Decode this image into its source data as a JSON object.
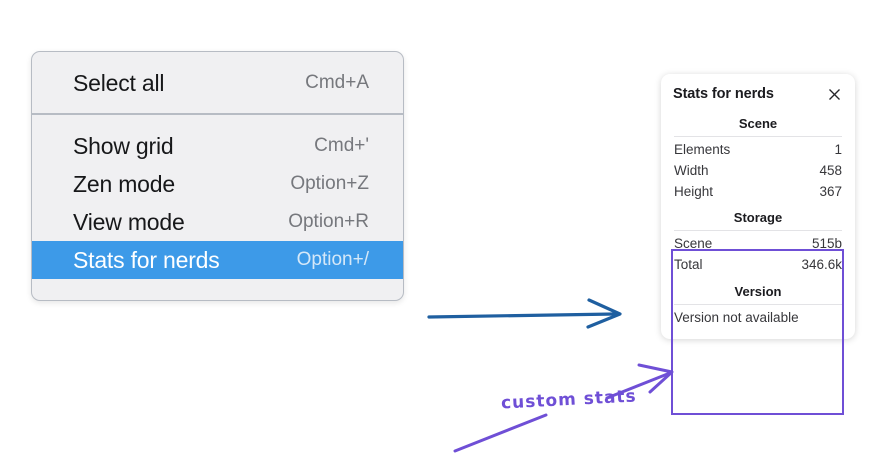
{
  "colors": {
    "menu_bg": "#f0f0f2",
    "menu_border": "#b7bcc4",
    "selected_blue": "#3d9ae8",
    "annotation_purple": "#6f4fd6",
    "arrow_blue": "#1f5fa0",
    "panel_bg": "#ffffff"
  },
  "context_menu": {
    "sections": [
      {
        "items": [
          {
            "label": "Select all",
            "shortcut": "Cmd+A",
            "selected": false,
            "name": "menu-item-select-all"
          }
        ]
      },
      {
        "items": [
          {
            "label": "Show grid",
            "shortcut": "Cmd+'",
            "selected": false,
            "name": "menu-item-show-grid"
          },
          {
            "label": "Zen mode",
            "shortcut": "Option+Z",
            "selected": false,
            "name": "menu-item-zen-mode"
          },
          {
            "label": "View mode",
            "shortcut": "Option+R",
            "selected": false,
            "name": "menu-item-view-mode"
          },
          {
            "label": "Stats for nerds",
            "shortcut": "Option+/",
            "selected": true,
            "name": "menu-item-stats-for-nerds"
          }
        ]
      }
    ]
  },
  "stats_panel": {
    "title": "Stats for nerds",
    "close_icon": "close-icon",
    "sections": [
      {
        "heading": "Scene",
        "rows": [
          {
            "key": "Elements",
            "value": "1"
          },
          {
            "key": "Width",
            "value": "458"
          },
          {
            "key": "Height",
            "value": "367"
          }
        ]
      },
      {
        "heading": "Storage",
        "rows": [
          {
            "key": "Scene",
            "value": "515b"
          },
          {
            "key": "Total",
            "value": "346.6k"
          }
        ]
      },
      {
        "heading": "Version",
        "note": "Version not available"
      }
    ]
  },
  "annotations": {
    "handwritten_label": "custom stats",
    "blue_arrow_name": "blue-pointer-arrow",
    "purple_arrow_name": "purple-pointer-arrow",
    "highlight_box_name": "custom-stats-highlight-box"
  }
}
